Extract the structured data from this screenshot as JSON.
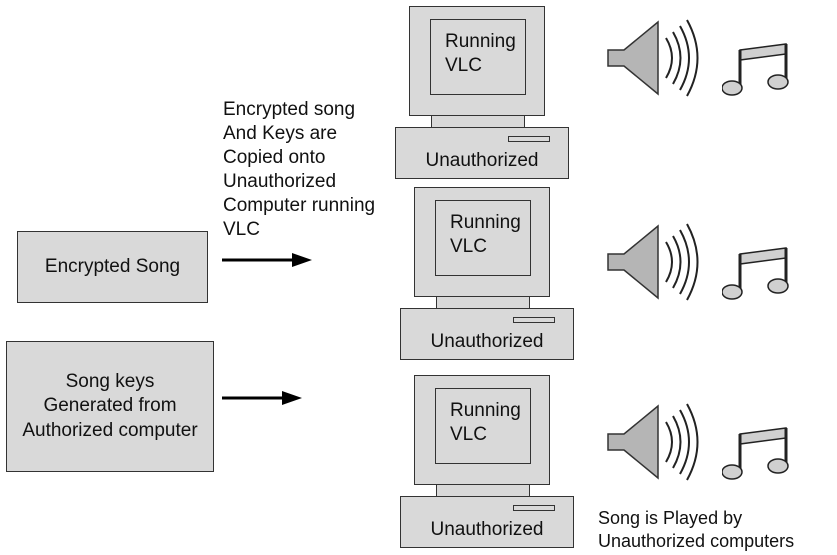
{
  "boxes": {
    "encrypted_song": "Encrypted Song",
    "song_keys": "Song keys\nGenerated from\nAuthorized computer"
  },
  "copy_caption": "Encrypted song\nAnd Keys are\nCopied onto\nUnauthorized\nComputer running\nVLC",
  "computers": [
    {
      "screen": "Running\nVLC",
      "label": "Unauthorized"
    },
    {
      "screen": "Running\nVLC",
      "label": "Unauthorized"
    },
    {
      "screen": "Running\nVLC",
      "label": "Unauthorized"
    }
  ],
  "played_caption": "Song is Played by\nUnauthorized computers",
  "icons": [
    "speaker-icon",
    "music-note-icon"
  ]
}
